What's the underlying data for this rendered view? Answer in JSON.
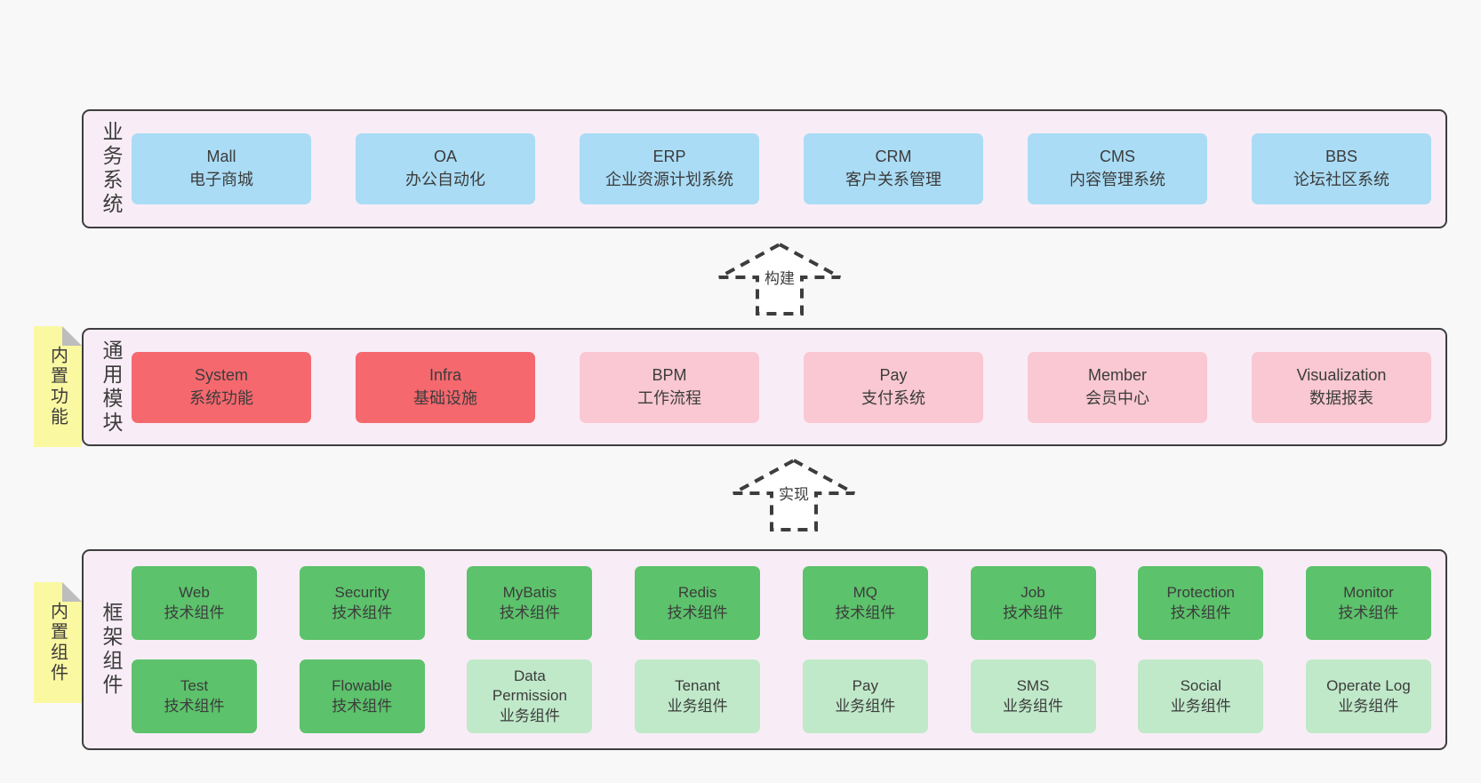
{
  "layers": [
    {
      "label": "业务系统",
      "boxes": [
        {
          "name": "Mall",
          "desc": "电子商城"
        },
        {
          "name": "OA",
          "desc": "办公自动化"
        },
        {
          "name": "ERP",
          "desc": "企业资源计划系统"
        },
        {
          "name": "CRM",
          "desc": "客户关系管理"
        },
        {
          "name": "CMS",
          "desc": "内容管理系统"
        },
        {
          "name": "BBS",
          "desc": "论坛社区系统"
        }
      ]
    },
    {
      "label": "通用模块",
      "sticky": "内置功能",
      "boxes": [
        {
          "name": "System",
          "desc": "系统功能"
        },
        {
          "name": "Infra",
          "desc": "基础设施"
        },
        {
          "name": "BPM",
          "desc": "工作流程"
        },
        {
          "name": "Pay",
          "desc": "支付系统"
        },
        {
          "name": "Member",
          "desc": "会员中心"
        },
        {
          "name": "Visualization",
          "desc": "数据报表"
        }
      ]
    },
    {
      "label": "框架组件",
      "sticky": "内置组件",
      "rows": [
        [
          {
            "name": "Web",
            "desc": "技术组件"
          },
          {
            "name": "Security",
            "desc": "技术组件"
          },
          {
            "name": "MyBatis",
            "desc": "技术组件"
          },
          {
            "name": "Redis",
            "desc": "技术组件"
          },
          {
            "name": "MQ",
            "desc": "技术组件"
          },
          {
            "name": "Job",
            "desc": "技术组件"
          },
          {
            "name": "Protection",
            "desc": "技术组件"
          },
          {
            "name": "Monitor",
            "desc": "技术组件"
          }
        ],
        [
          {
            "name": "Test",
            "desc": "技术组件"
          },
          {
            "name": "Flowable",
            "desc": "技术组件"
          },
          {
            "name": "Data Permission",
            "desc": "业务组件"
          },
          {
            "name": "Tenant",
            "desc": "业务组件"
          },
          {
            "name": "Pay",
            "desc": "业务组件"
          },
          {
            "name": "SMS",
            "desc": "业务组件"
          },
          {
            "name": "Social",
            "desc": "业务组件"
          },
          {
            "name": "Operate Log",
            "desc": "业务组件"
          }
        ]
      ]
    }
  ],
  "arrows": [
    {
      "label": "构建"
    },
    {
      "label": "实现"
    }
  ],
  "colors": {
    "page_background": "#f8f8f8",
    "panel_background": "#f8edf6",
    "panel_border": "#3d3d3d",
    "business_box": "#aadcf5",
    "module_highlight_box": "#f5686e",
    "module_box": "#f9c8d2",
    "tech_component_box": "#5cc26b",
    "biz_component_box": "#c0e9c9",
    "sticky_note": "#fbf8a2",
    "text": "#3c3c3c"
  }
}
